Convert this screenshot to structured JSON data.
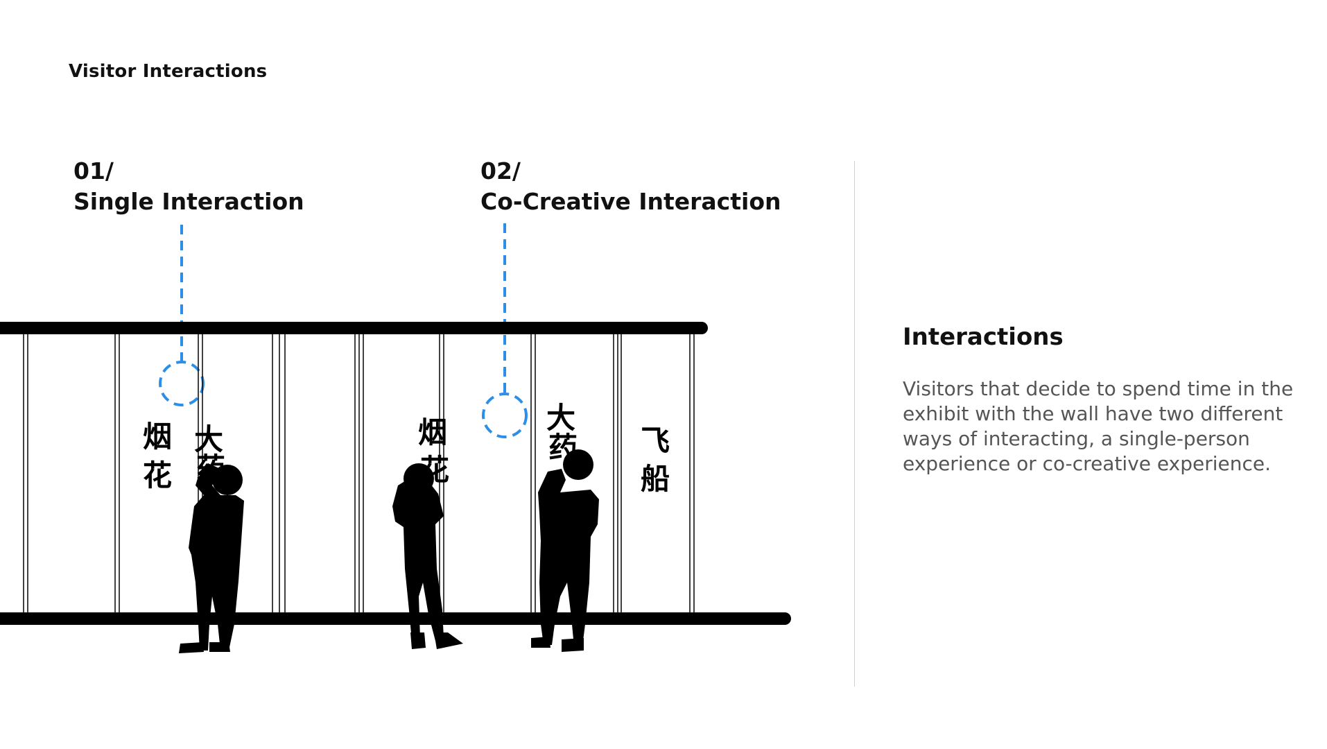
{
  "page": {
    "title": "Visitor Interactions"
  },
  "modes": [
    {
      "number": "01/",
      "name": "Single Interaction"
    },
    {
      "number": "02/",
      "name": "Co-Creative Interaction"
    }
  ],
  "wall_characters": {
    "column1": [
      "烟",
      "花"
    ],
    "column2": [
      "大",
      "药"
    ],
    "column3": [
      "烟",
      "花"
    ],
    "column4": [
      "大",
      "药"
    ],
    "column5": [
      "飞",
      "船"
    ]
  },
  "panel": {
    "title": "Interactions",
    "body": "Visitors that decide to spend time in the exhibit with the wall have two different ways of interacting, a single-person experience or co-creative experience."
  },
  "colors": {
    "accent": "#2b8fe8",
    "ink": "#000000",
    "divider": "#cfcfcf",
    "body_text": "#555555"
  }
}
